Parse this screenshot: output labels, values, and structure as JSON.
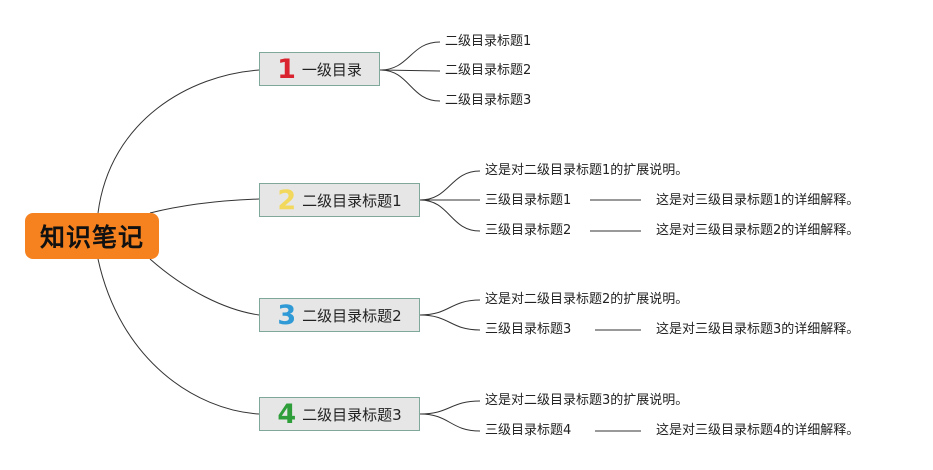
{
  "root": {
    "label": "知识笔记",
    "color": "#f5821f"
  },
  "branches": [
    {
      "number": "1",
      "number_color": "#d9232e",
      "title": "一级目录",
      "subs": [
        "二级目录标题1",
        "二级目录标题2",
        "二级目录标题3"
      ]
    },
    {
      "number": "2",
      "number_color": "#f2d85c",
      "title": "二级目录标题1",
      "desc": "这是对二级目录标题1的扩展说明。",
      "items": [
        {
          "label": "三级目录标题1",
          "detail": "这是对三级目录标题1的详细解释。"
        },
        {
          "label": "三级目录标题2",
          "detail": "这是对三级目录标题2的详细解释。"
        }
      ]
    },
    {
      "number": "3",
      "number_color": "#2f9ad6",
      "title": "二级目录标题2",
      "desc": "这是对二级目录标题2的扩展说明。",
      "items": [
        {
          "label": "三级目录标题3",
          "detail": "这是对三级目录标题3的详细解释。"
        }
      ]
    },
    {
      "number": "4",
      "number_color": "#2e9e3a",
      "title": "二级目录标题3",
      "desc": "这是对二级目录标题3的扩展说明。",
      "items": [
        {
          "label": "三级目录标题4",
          "detail": "这是对三级目录标题4的详细解释。"
        }
      ]
    }
  ]
}
